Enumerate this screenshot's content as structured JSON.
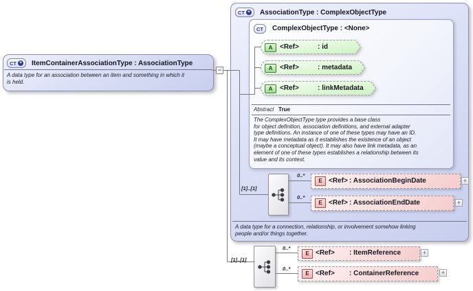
{
  "left_box": {
    "type_icon": "CT",
    "expand_icon": "+",
    "title": "ItemContainerAssociationType : AssociationType",
    "description": "A data type for an association between an item and something in which it\nis held."
  },
  "connector": {
    "collapse_glyph": "−"
  },
  "outer_box": {
    "type_icon": "CT",
    "expand_icon": "+",
    "title": "AssociationType : ComplexObjectType",
    "description": "A data type for a connection, relationship, or involvement somehow linking\npeople and/or things together.",
    "inner_box": {
      "type_icon": "CT",
      "title": "ComplexObjectType : <None>",
      "attributes": [
        {
          "icon": "A",
          "ref": "<Ref>",
          "name": ": id"
        },
        {
          "icon": "A",
          "ref": "<Ref>",
          "name": ": metadata"
        },
        {
          "icon": "A",
          "ref": "<Ref>",
          "name": ": linkMetadata"
        }
      ],
      "abstract_label": "Abstract",
      "abstract_value": "True",
      "description": "The ComplexObjectType type provides a base class\nfor object definition, association definitions, and external adapter\ntype definitions. An instance of one of these types may have an ID.\nIt may have metadata as it establishes the existence of an object\n(maybe a conceptual object). It may also have link metadata, as an\nelement of one of these types establishes a relationship between its\nvalue and its context."
    },
    "sequence": {
      "cardinality": "[1]..[1]",
      "elements": [
        {
          "occurs": "0..*",
          "icon": "E",
          "ref": "<Ref>",
          "name": ": AssociationBeginDate",
          "expand_glyph": "+"
        },
        {
          "occurs": "0..*",
          "icon": "E",
          "ref": "<Ref>",
          "name": ": AssociationEndDate",
          "expand_glyph": "+"
        }
      ]
    }
  },
  "bottom_sequence": {
    "cardinality": "[1]..[1]",
    "elements": [
      {
        "occurs": "0..*",
        "icon": "E",
        "ref": "<Ref>",
        "name": ": ItemReference",
        "expand_glyph": "+"
      },
      {
        "occurs": "0..*",
        "icon": "E",
        "ref": "<Ref>",
        "name": ": ContainerReference",
        "expand_glyph": "+"
      }
    ]
  },
  "colors": {
    "box_fill_top": "#eff1fb",
    "box_fill_bottom": "#c8cfee",
    "attribute_green": "#d9f6d0",
    "element_pink": "#f6cdcd",
    "border_gray": "#8a90ac",
    "wire_gray": "#787880"
  }
}
